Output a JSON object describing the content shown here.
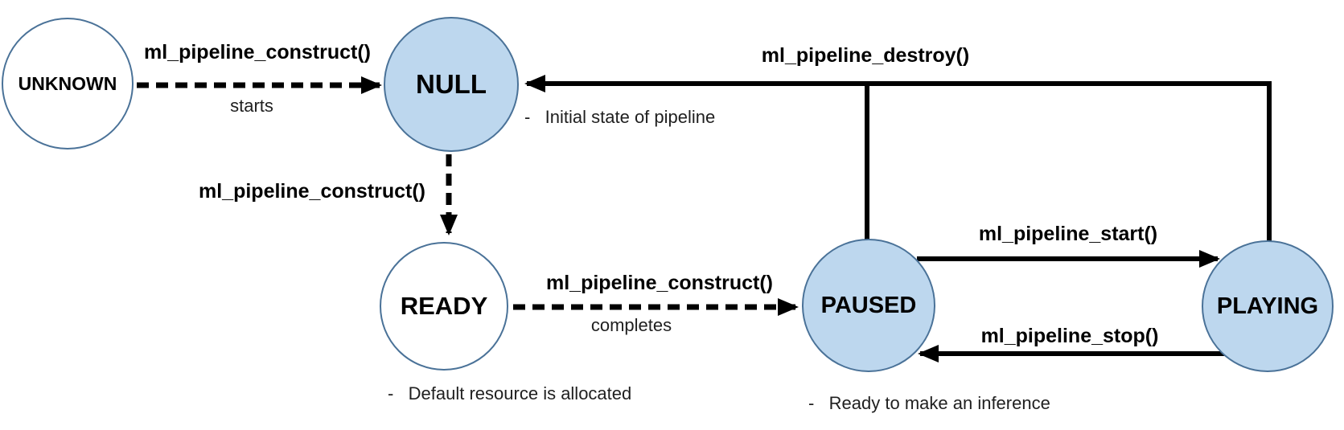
{
  "diagram": {
    "kind": "ml-pipeline-state-diagram",
    "states": {
      "unknown": {
        "label": "UNKNOWN"
      },
      "null": {
        "label": "NULL"
      },
      "ready": {
        "label": "READY"
      },
      "paused": {
        "label": "PAUSED"
      },
      "playing": {
        "label": "PLAYING"
      }
    },
    "transitions": {
      "unknown_to_null": {
        "label": "ml_pipeline_construct()",
        "sublabel": "starts"
      },
      "null_to_ready": {
        "label": "ml_pipeline_construct()"
      },
      "ready_to_paused": {
        "label": "ml_pipeline_construct()",
        "sublabel": "completes"
      },
      "paused_to_playing": {
        "label": "ml_pipeline_start()"
      },
      "playing_to_paused": {
        "label": "ml_pipeline_stop()"
      },
      "paused_playing_to_null": {
        "label": "ml_pipeline_destroy()"
      }
    },
    "notes": {
      "null": "-   Initial state of pipeline",
      "ready": "-   Default resource is allocated",
      "paused": "-   Ready to make an inference"
    },
    "colors": {
      "state_fill_highlight": "#BDD7EE",
      "state_fill_plain": "#FFFFFF",
      "state_border": "#4A7298",
      "line": "#000000",
      "label_text": "#000000",
      "note_text": "#1F1F1F",
      "background": "#FFFFFF"
    }
  }
}
